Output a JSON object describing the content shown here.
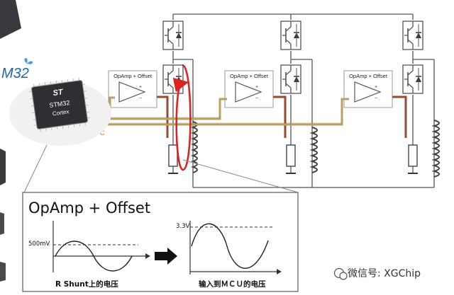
{
  "diagram": {
    "opamp_label": "OpAmp + Offset",
    "adc_label": "ADC",
    "mcu": {
      "line1": "STM32",
      "line2": "Cortex",
      "corner_text": "M32"
    },
    "inset": {
      "title": "OpAmp + Offset",
      "left_level": "500mV",
      "right_level": "3.3V",
      "left_caption": "R Shunt上的电压",
      "right_caption": "输入到ＭＣＵ的电压"
    },
    "watermark": "微信号: XGChip"
  },
  "colors": {
    "adc_trace": "#b9a062",
    "sense_trace": "#9a4a2e",
    "current_path": "#dd2222",
    "circuit": "#555555"
  }
}
